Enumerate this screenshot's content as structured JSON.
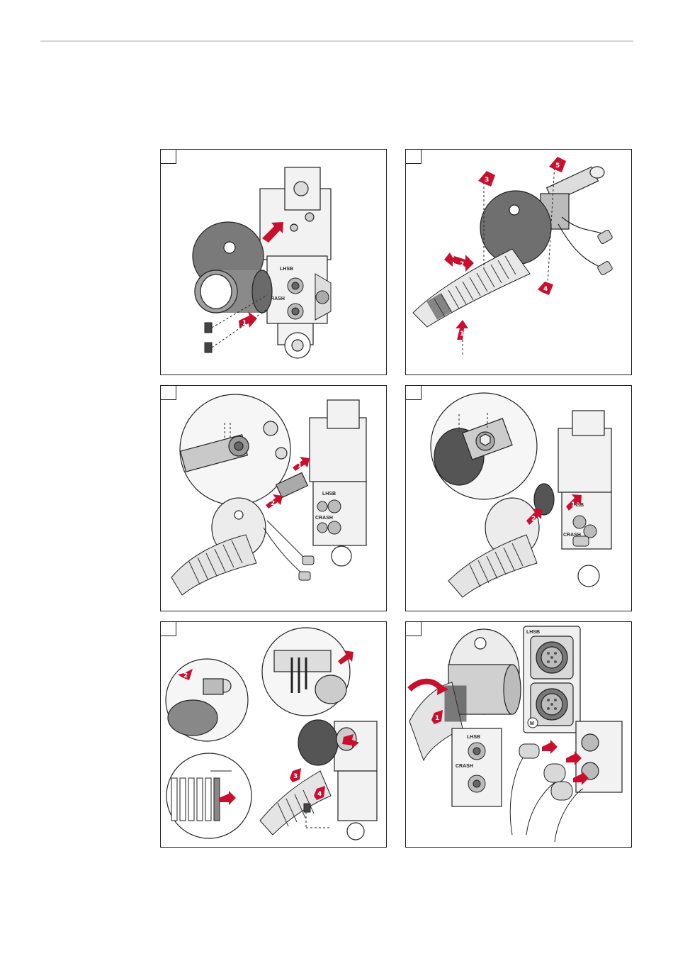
{
  "document": {
    "has_top_rule": true
  },
  "colors": {
    "accent_arrow": "#c8102e",
    "line": "#222222",
    "grey_dark": "#6b6b6b",
    "grey_mid": "#a8a8a8",
    "grey_light": "#e6e6e6"
  },
  "panels": [
    {
      "id": "panel-1",
      "arrows": [
        "1"
      ],
      "connector_labels": [
        "LHSB",
        "CRASH"
      ]
    },
    {
      "id": "panel-2",
      "arrows": [
        "1",
        "2",
        "3",
        "4",
        "5"
      ],
      "connector_labels": []
    },
    {
      "id": "panel-3",
      "arrows": [
        "1",
        "2"
      ],
      "connector_labels": [
        "LHSB",
        "CRASH"
      ]
    },
    {
      "id": "panel-4",
      "arrows": [
        "1",
        "2"
      ],
      "connector_labels": [
        "LHSB",
        "CRASH"
      ]
    },
    {
      "id": "panel-5",
      "arrows": [
        "2",
        "3",
        "4"
      ],
      "connector_labels": []
    },
    {
      "id": "panel-6",
      "arrows": [
        "1"
      ],
      "connector_labels": [
        "LHSB",
        "CRASH"
      ]
    }
  ],
  "inset_label": "LHSB"
}
